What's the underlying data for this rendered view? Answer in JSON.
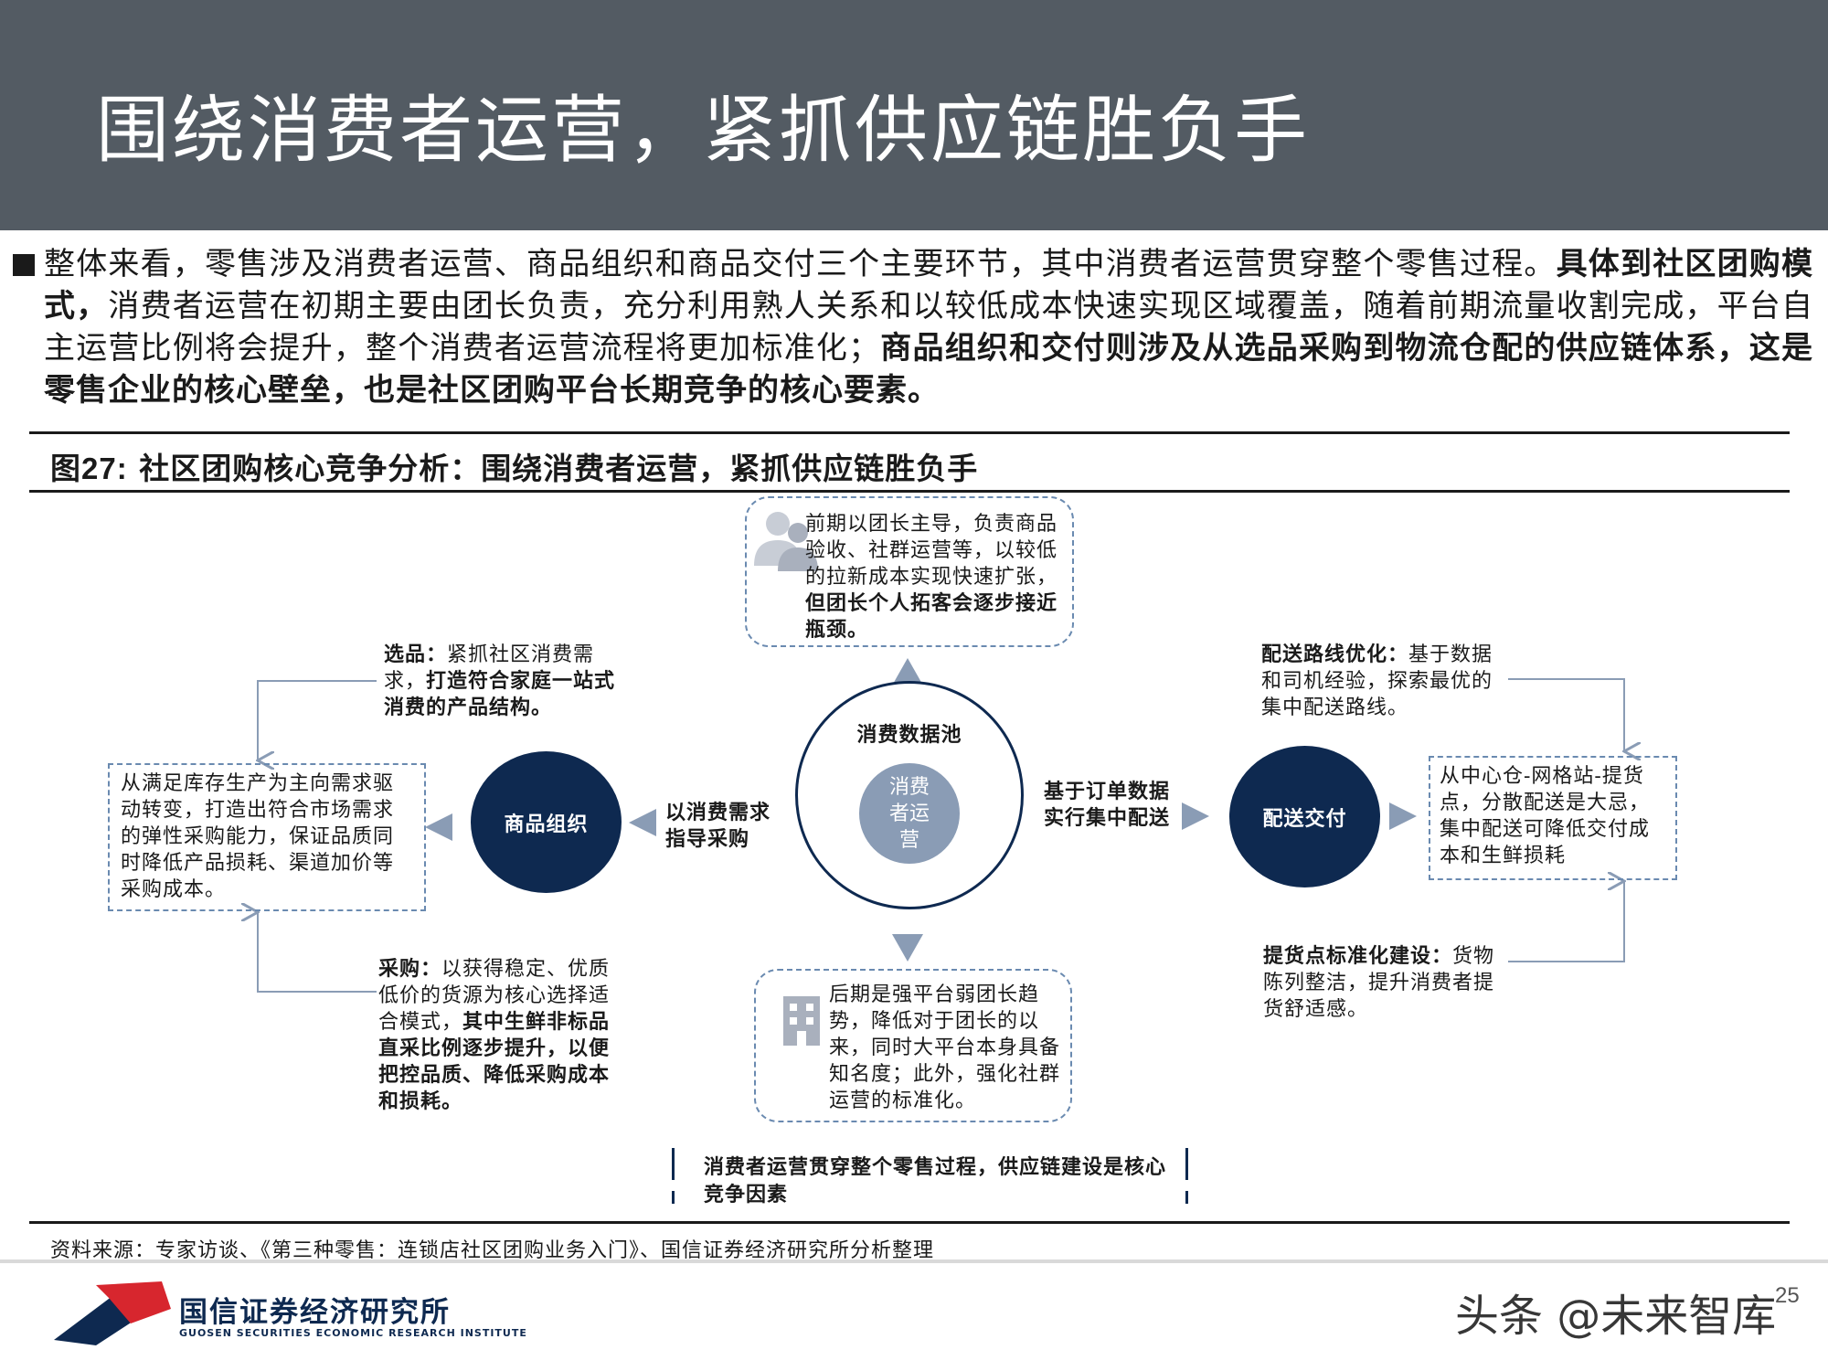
{
  "header": {
    "title": "围绕消费者运营，紧抓供应链胜负手"
  },
  "intro": {
    "part1": "整体来看，零售涉及消费者运营、商品组织和商品交付三个主要环节，其中消费者运营贯穿整个零售过程。",
    "part2_bold": "具体到社区团购模式，",
    "part3": "消费者运营在初期主要由团长负责，充分利用熟人关系和以较低成本快速实现区域覆盖，随着前期流量收割完成，平台自主运营比例将会提升，整个消费者运营流程将更加标准化；",
    "part4_bold": "商品组织和交付则涉及从选品采购到物流仓配的供应链体系，这是零售企业的核心壁垒，也是社区团购平台长期竞争的核心要素。"
  },
  "figure": {
    "caption_prefix": "图",
    "caption_num": "27:",
    "caption_text": " 社区团购核心竞争分析：围绕消费者运营，紧抓供应链胜负手",
    "top_box": {
      "normal": "前期以团长主导，负责商品验收、社群运营等，以较低的拉新成本实现快速扩张，",
      "bold": "但团长个人拓客会逐步接近瓶颈。"
    },
    "bottom_box": "后期是强平台弱团长趋势，降低对于团长的以来，同时大平台本身具备知名度；此外，强化社群运营的标准化。",
    "pool_label": "消费数据池",
    "center_label": "消费者运营",
    "left_circle": "商品组织",
    "right_circle": "配送交付",
    "left_arrow_label": "以消费需求指导采购",
    "right_arrow_label": "基于订单数据实行集中配送",
    "left_box": "从满足库存生产为主向需求驱动转变，打造出符合市场需求的弹性采购能力，保证品质同时降低产品损耗、渠道加价等采购成本。",
    "xuanpin": {
      "label": "选品：",
      "normal": "紧抓社区消费需求，",
      "bold": "打造符合家庭一站式消费的产品结构。"
    },
    "caigou": {
      "label": "采购：",
      "normal": "以获得稳定、优质低价的货源为核心选择适合模式，",
      "bold": "其中生鲜非标品直采比例逐步提升，以便把控品质、降低采购成本和损耗。"
    },
    "peisong": {
      "label": "配送路线优化：",
      "normal": "基于数据和司机经验，探索最优的集中配送路线。"
    },
    "right_box": "从中心仓-网格站-提货点，分散配送是大忌，集中配送可降低交付成本和生鲜损耗",
    "tihuo": {
      "label": "提货点标准化建设：",
      "normal": "货物陈列整洁，提升消费者提货舒适感。"
    },
    "conclusion": "消费者运营贯穿整个零售过程，供应链建设是核心竞争因素"
  },
  "source": "资料来源：专家访谈、《第三种零售：连锁店社区团购业务入门》、国信证券经济研究所分析整理",
  "footer": {
    "logo_cn": "国信证券经济研究所",
    "logo_en": "GUOSEN SECURITIES ECONOMIC RESEARCH INSTITUTE",
    "watermark": "头条 @未来智库",
    "page": "25"
  },
  "colors": {
    "header_bg": "#535b63",
    "navy": "#0e2950",
    "steel": "#8a9cb5",
    "logo_red": "#d7262e"
  },
  "icons": [
    "people-icon",
    "building-icon",
    "logo-mark-icon"
  ]
}
